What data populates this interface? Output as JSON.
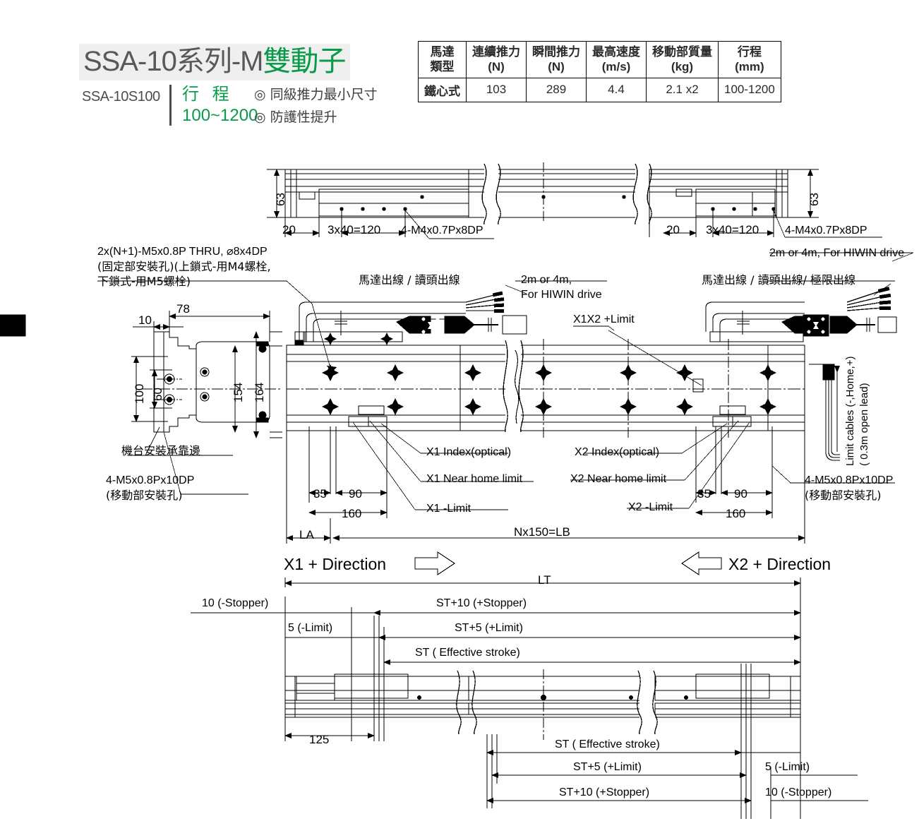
{
  "header": {
    "title_prefix": "SSA-10系列-M",
    "title_suffix": "雙動子",
    "model_code": "SSA-10S100",
    "stroke_label": "行 程",
    "stroke_range": "100~1200",
    "feature_1": "◎ 同級推力最小尺寸",
    "feature_2": "◎ 防護性提升"
  },
  "spec_table": {
    "headers": [
      "馬達\n類型",
      "連續推力\n(N)",
      "瞬間推力\n(N)",
      "最高速度\n(m/s)",
      "移動部質量\n(kg)",
      "行程\n(mm)"
    ],
    "header_lines": [
      [
        "馬達",
        "類型"
      ],
      [
        "連續推力",
        "(N)"
      ],
      [
        "瞬間推力",
        "(N)"
      ],
      [
        "最高速度",
        "(m/s)"
      ],
      [
        "移動部質量",
        "(kg)"
      ],
      [
        "行程",
        "(mm)"
      ]
    ],
    "rows": [
      [
        "鐵心式",
        "103",
        "289",
        "4.4",
        "2.1 x2",
        "100-1200"
      ]
    ]
  },
  "top_view": {
    "height_left": "63",
    "height_right": "63",
    "edge_left": "20",
    "pitch_left": "3x40=120",
    "screw_left": "4-M4x0.7Px8DP",
    "edge_right": "20",
    "pitch_right": "3x40=120",
    "screw_right": "4-M4x0.7Px8DP"
  },
  "main_view": {
    "mount_note_line1": "2x(N+1)-M5x0.8P THRU, ⌀8x4DP",
    "mount_note_line2": "(固定部安裝孔)(上鎖式-用M4螺栓,",
    "mount_note_line3": "下鎖式-用M5螺栓)",
    "cable_label_left": "馬達出線 / 讀頭出線",
    "cable_len_left_l1": "2m or 4m,",
    "cable_len_left_l2": "For HIWIN drive",
    "cable_label_right": "馬達出線 / 讀頭出線/ 極限出線",
    "cable_len_right": "2m or 4m, For HIWIN drive",
    "limit_plus": "X1X2 +Limit",
    "limit_cables_l1": "Limit cables (-,Home,+)",
    "limit_cables_l2": "( 0.3m open lead)",
    "x1_index": "X1 Index(optical)",
    "x1_near_home": "X1 Near home limit",
    "x1_minus_limit": "X1 -Limit",
    "x2_index": "X2 Index(optical)",
    "x2_near_home": "X2 Near home limit",
    "x2_minus_limit": "X2 -Limit",
    "carriage_screw_left_l1": "4-M5x0.8Px10DP",
    "carriage_screw_left_l2": "(移動部安裝孔)",
    "carriage_screw_right_l1": "4-M5x0.8Px10DP",
    "carriage_screw_right_l2": "(移動部安裝孔)",
    "datum_edge": "機台安裝承靠邊",
    "dim_78": "78",
    "dim_10": "10",
    "dim_100": "100",
    "dim_60": "60",
    "dim_154": "154",
    "dim_164": "164",
    "dim_35_left": "35",
    "dim_90_left": "90",
    "dim_160_left": "160",
    "dim_35_right": "35",
    "dim_90_right": "90",
    "dim_160_right": "160",
    "dim_LA": "LA",
    "dim_LB": "Nx150=LB"
  },
  "direction": {
    "x1": "X1 + Direction",
    "x2": "X2 + Direction"
  },
  "stroke_view": {
    "lt": "LT",
    "top_left_stopper": "10 (-Stopper)",
    "top_left_limit": "5 (-Limit)",
    "top_stopper": "ST+10 (+Stopper)",
    "top_limit": "ST+5 (+Limit)",
    "top_stroke": "ST ( Effective stroke)",
    "dim_125": "125",
    "bot_stroke": "ST ( Effective stroke)",
    "bot_limit": "ST+5 (+Limit)",
    "bot_stopper": "ST+10 (+Stopper)",
    "bot_right_limit": "5 (-Limit)",
    "bot_right_stopper": "10 (-Stopper)"
  },
  "colors": {
    "brand_green": "#0a9a4a",
    "title_gray": "#58595b",
    "line": "#000000"
  }
}
